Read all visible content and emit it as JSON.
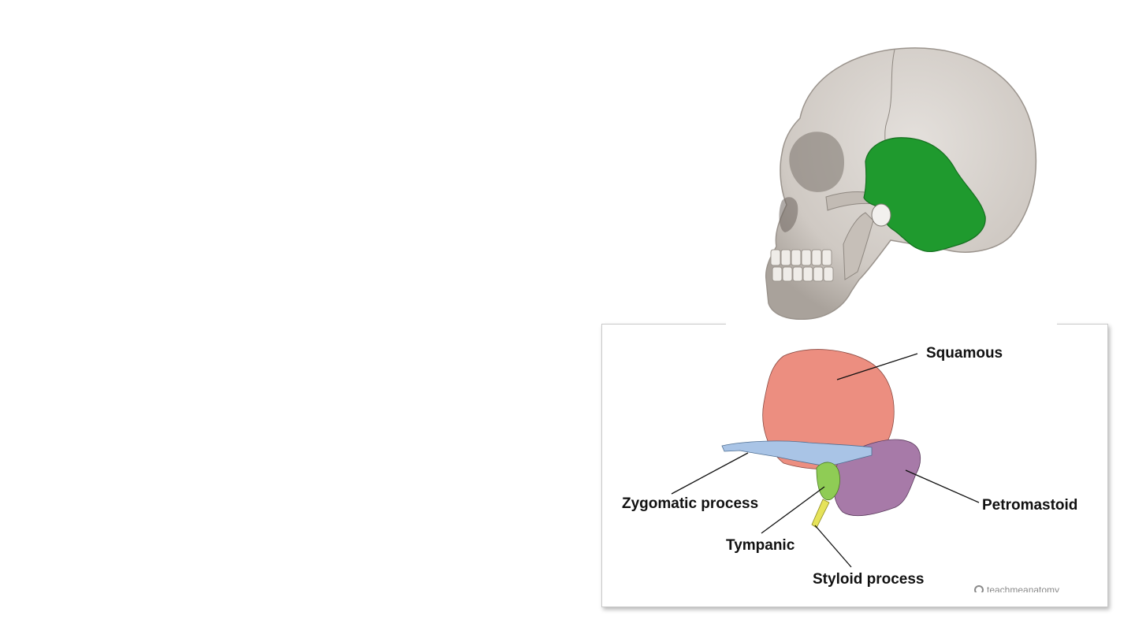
{
  "figure": {
    "skull_highlight_color": "#1f9a2e",
    "regions": {
      "squamous": {
        "label": "Squamous",
        "color": "#ec8e80"
      },
      "zygomatic": {
        "label": "Zygomatic process",
        "color": "#a9c4e6"
      },
      "petromastoid": {
        "label": "Petromastoid",
        "color": "#a77aa8"
      },
      "tympanic": {
        "label": "Tympanic",
        "color": "#8fcc55"
      },
      "styloid": {
        "label": "Styloid process",
        "color": "#e6e35a"
      }
    },
    "watermark": "teachmeanatomy",
    "watermark_icon": "teachmeanatomy-logo-icon"
  }
}
